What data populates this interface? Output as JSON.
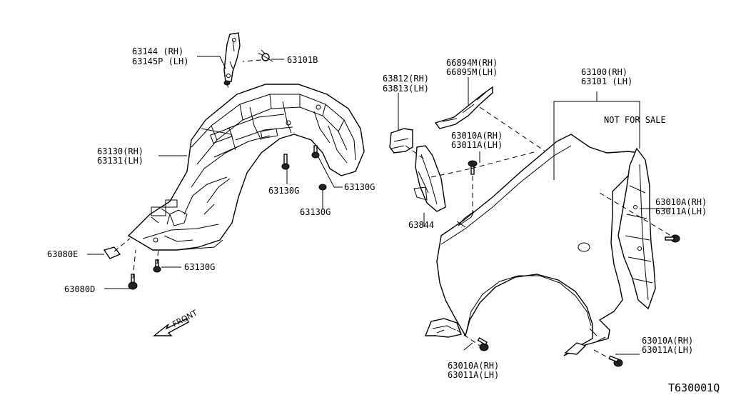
{
  "labels": {
    "bracket_rh": "63144  (RH)",
    "bracket_lh": "63145P (LH)",
    "clip_101b": "63101B",
    "housing_rh": "63130(RH)",
    "housing_lh": "63131(LH)",
    "screw_130g_a": "63130G",
    "screw_130g_b": "63130G",
    "screw_130g_c": "63130G",
    "screw_130g_d": "63130G",
    "clip_080e": "63080E",
    "screw_080d": "63080D",
    "front": "FRONT",
    "cover_rh": "63812(RH)",
    "cover_lh": "63813(LH)",
    "seal_rh": "66894M(RH)",
    "seal_lh": "66895M(LH)",
    "bolt_top_rh": "63010A(RH)",
    "bolt_top_lh": "63011A(LH)",
    "insulator": "63844",
    "fender_rh": "63100(RH)",
    "fender_lh": "63101 (LH)",
    "not_for_sale": "NOT FOR SALE",
    "bolt_right_rh": "63010A(RH)",
    "bolt_right_lh": "63011A(LH)",
    "bolt_bottom_rh": "63010A(RH)",
    "bolt_bottom_lh": "63011A(LH)",
    "bolt_corner_rh": "63010A(RH)",
    "bolt_corner_lh": "63011A(LH)",
    "diagram_code": "T630001Q"
  },
  "colors": {
    "line": "#000000",
    "background": "#ffffff"
  }
}
